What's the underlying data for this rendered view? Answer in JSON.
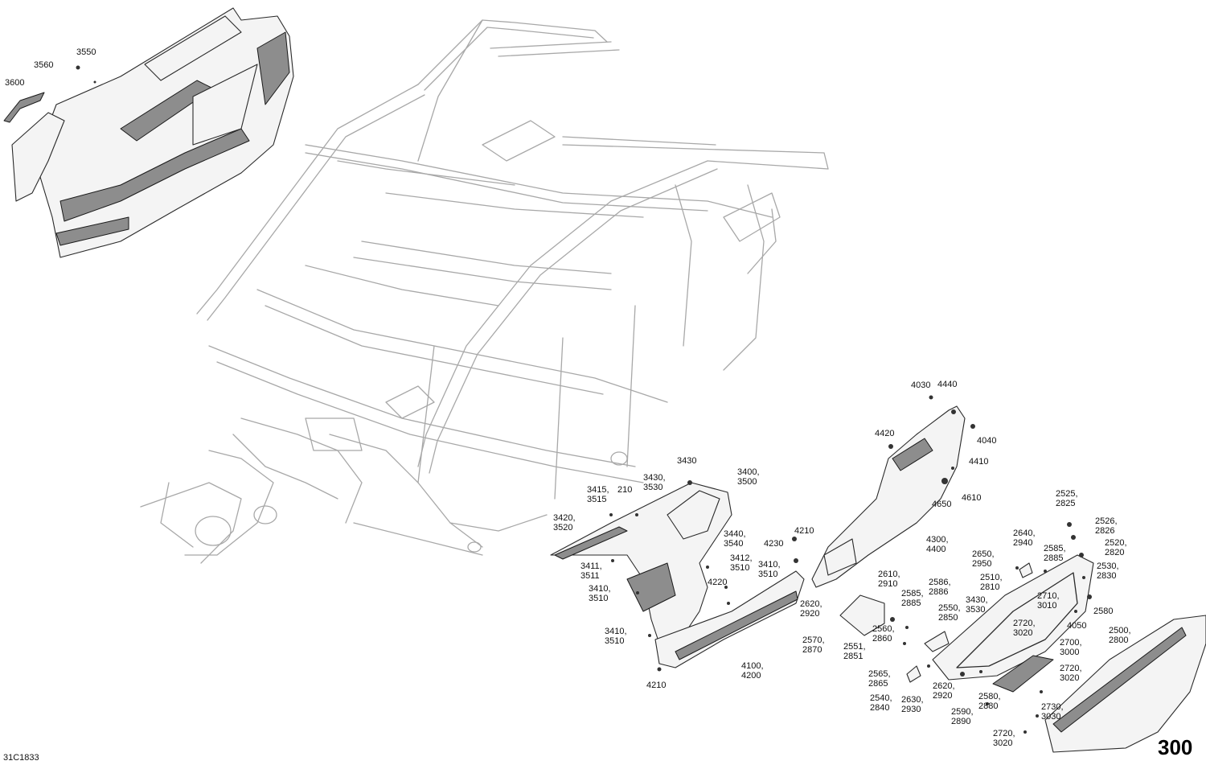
{
  "diagram": {
    "page_number": "300",
    "drawing_code": "31C1833",
    "callouts": [
      {
        "id": "c3550",
        "text": [
          "3550"
        ]
      },
      {
        "id": "c3560",
        "text": [
          "3560"
        ]
      },
      {
        "id": "c3600",
        "text": [
          "3600"
        ]
      },
      {
        "id": "c3430a",
        "text": [
          "3430"
        ]
      },
      {
        "id": "c3400",
        "text": [
          "3400,",
          "3500"
        ]
      },
      {
        "id": "c3415",
        "text": [
          "3415,",
          "3515"
        ]
      },
      {
        "id": "c210",
        "text": [
          "210"
        ]
      },
      {
        "id": "c3430b",
        "text": [
          "3430,",
          "3530"
        ]
      },
      {
        "id": "c3420",
        "text": [
          "3420,",
          "3520"
        ]
      },
      {
        "id": "c4210a",
        "text": [
          "4210"
        ]
      },
      {
        "id": "c4230",
        "text": [
          "4230"
        ]
      },
      {
        "id": "c3440",
        "text": [
          "3440,",
          "3540"
        ]
      },
      {
        "id": "c3411",
        "text": [
          "3411,",
          "3511"
        ]
      },
      {
        "id": "c3412",
        "text": [
          "3412,",
          "3510"
        ]
      },
      {
        "id": "c3410a",
        "text": [
          "3410,",
          "3510"
        ]
      },
      {
        "id": "c4220",
        "text": [
          "4220"
        ]
      },
      {
        "id": "c3410b",
        "text": [
          "3410,",
          "3510"
        ]
      },
      {
        "id": "c3410c",
        "text": [
          "3410,",
          "3510"
        ]
      },
      {
        "id": "c4100",
        "text": [
          "4100,",
          "4200"
        ]
      },
      {
        "id": "c4210b",
        "text": [
          "4210"
        ]
      },
      {
        "id": "c4030",
        "text": [
          "4030"
        ]
      },
      {
        "id": "c4440",
        "text": [
          "4440"
        ]
      },
      {
        "id": "c4420",
        "text": [
          "4420"
        ]
      },
      {
        "id": "c4040",
        "text": [
          "4040"
        ]
      },
      {
        "id": "c4410",
        "text": [
          "4410"
        ]
      },
      {
        "id": "c4610",
        "text": [
          "4610"
        ]
      },
      {
        "id": "c4650",
        "text": [
          "4650"
        ]
      },
      {
        "id": "c4300",
        "text": [
          "4300,",
          "4400"
        ]
      },
      {
        "id": "c2525",
        "text": [
          "2525,",
          "2825"
        ]
      },
      {
        "id": "c2526",
        "text": [
          "2526,",
          "2826"
        ]
      },
      {
        "id": "c2640",
        "text": [
          "2640,",
          "2940"
        ]
      },
      {
        "id": "c2520",
        "text": [
          "2520,",
          "2820"
        ]
      },
      {
        "id": "c2650",
        "text": [
          "2650,",
          "2950"
        ]
      },
      {
        "id": "c2585a",
        "text": [
          "2585,",
          "2885"
        ]
      },
      {
        "id": "c2530",
        "text": [
          "2530,",
          "2830"
        ]
      },
      {
        "id": "c2610",
        "text": [
          "2610,",
          "2910"
        ]
      },
      {
        "id": "c2510",
        "text": [
          "2510,",
          "2810"
        ]
      },
      {
        "id": "c2586",
        "text": [
          "2586,",
          "2886"
        ]
      },
      {
        "id": "c2585b",
        "text": [
          "2585,",
          "2885"
        ]
      },
      {
        "id": "c2710",
        "text": [
          "2710,",
          "3010"
        ]
      },
      {
        "id": "c2580a",
        "text": [
          "2580"
        ]
      },
      {
        "id": "c3430c",
        "text": [
          "3430,",
          "3530"
        ]
      },
      {
        "id": "c2620a",
        "text": [
          "2620,",
          "2920"
        ]
      },
      {
        "id": "c2550",
        "text": [
          "2550,",
          "2850"
        ]
      },
      {
        "id": "c2720a",
        "text": [
          "2720,",
          "3020"
        ]
      },
      {
        "id": "c4050",
        "text": [
          "4050"
        ]
      },
      {
        "id": "c2500",
        "text": [
          "2500,",
          "2800"
        ]
      },
      {
        "id": "c2560",
        "text": [
          "2560,",
          "2860"
        ]
      },
      {
        "id": "c2570",
        "text": [
          "2570,",
          "2870"
        ]
      },
      {
        "id": "c2551",
        "text": [
          "2551,",
          "2851"
        ]
      },
      {
        "id": "c2700",
        "text": [
          "2700,",
          "3000"
        ]
      },
      {
        "id": "c2720b",
        "text": [
          "2720,",
          "3020"
        ]
      },
      {
        "id": "c2565",
        "text": [
          "2565,",
          "2865"
        ]
      },
      {
        "id": "c2620b",
        "text": [
          "2620,",
          "2920"
        ]
      },
      {
        "id": "c2540",
        "text": [
          "2540,",
          "2840"
        ]
      },
      {
        "id": "c2630",
        "text": [
          "2630,",
          "2930"
        ]
      },
      {
        "id": "c2580b",
        "text": [
          "2580,",
          "2880"
        ]
      },
      {
        "id": "c2730",
        "text": [
          "2730,",
          "3030"
        ]
      },
      {
        "id": "c2590",
        "text": [
          "2590,",
          "2890"
        ]
      },
      {
        "id": "c2720c",
        "text": [
          "2720,",
          "3020"
        ]
      }
    ]
  }
}
